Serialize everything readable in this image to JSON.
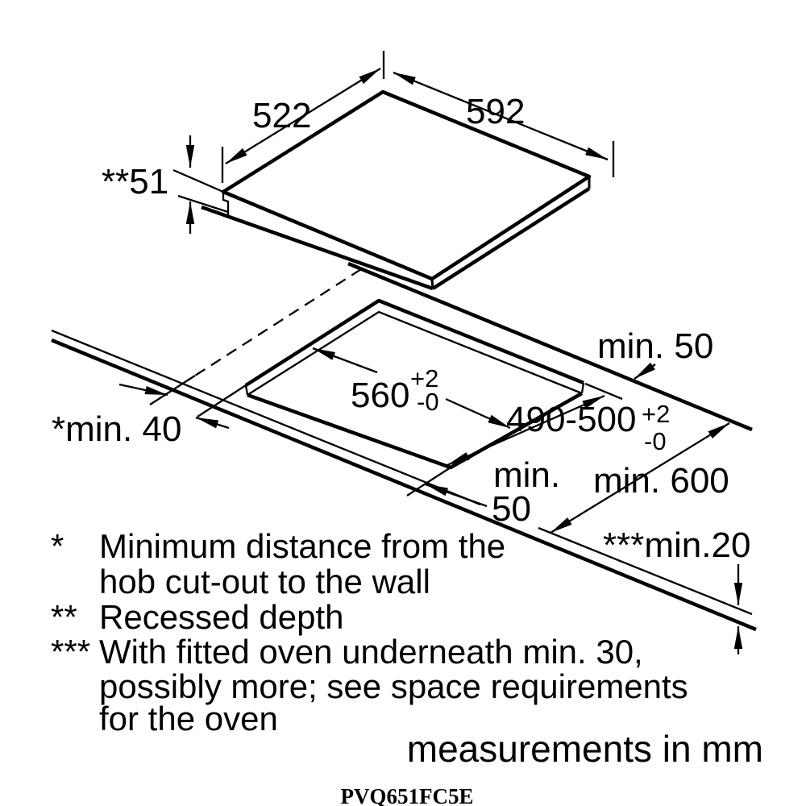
{
  "diagram": {
    "hob": {
      "width_label": "592",
      "depth_label": "522",
      "recess_label": "**51"
    },
    "cutout": {
      "width_label": "560",
      "width_tol_plus": "+2",
      "width_tol_minus": "-0",
      "depth_label": "490-500",
      "depth_tol_plus": "+2",
      "depth_tol_minus": "-0"
    },
    "clearances": {
      "rear_label": "min. 50",
      "side_label": "*min. 40",
      "front_label_line1": "min.",
      "front_label_line2": "50",
      "worktop_depth_label": "min. 600",
      "bottom_gap_label": "***min.20"
    }
  },
  "footnotes": [
    {
      "marker": "*",
      "lines": [
        "Minimum distance from the",
        "hob cut-out to the wall"
      ]
    },
    {
      "marker": "**",
      "lines": [
        "Recessed depth"
      ]
    },
    {
      "marker": "***",
      "lines": [
        "With fitted oven underneath min. 30,",
        "possibly more; see space requirements",
        "for the oven"
      ]
    }
  ],
  "units_note": "measurements in mm",
  "model_number": "PVQ651FC5E",
  "colors": {
    "line": "#000000",
    "background": "#ffffff"
  }
}
